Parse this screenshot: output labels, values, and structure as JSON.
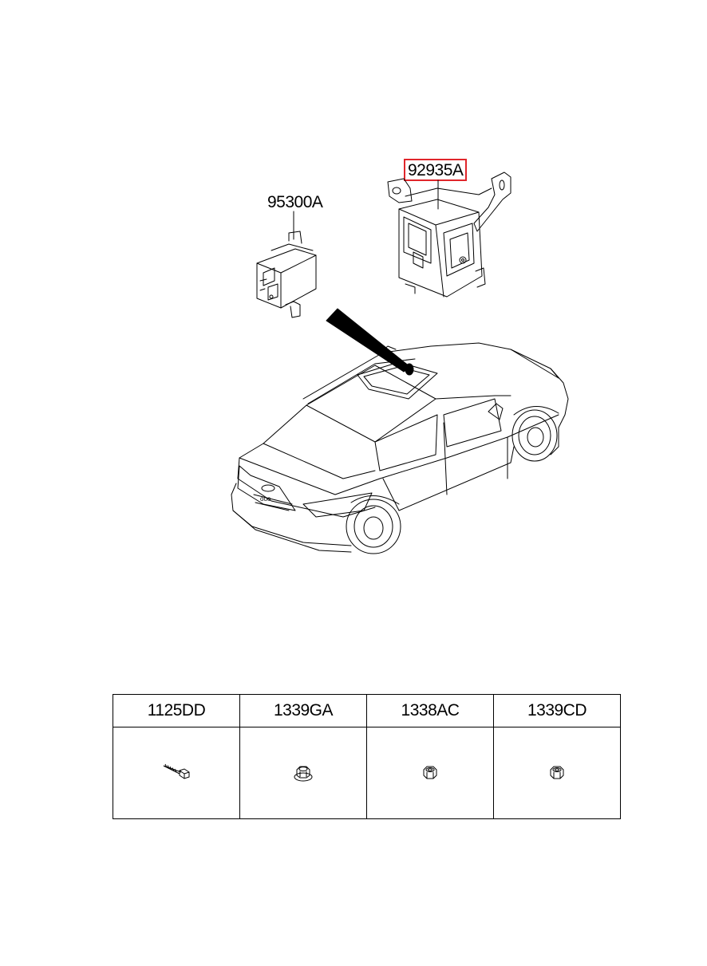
{
  "callouts": {
    "module_left": "95300A",
    "module_right": "92935A"
  },
  "highlight_color": "#e0262b",
  "fastener_table": {
    "headers": [
      "1125DD",
      "1339GA",
      "1338AC",
      "1339CD"
    ],
    "icons": [
      "bolt-icon",
      "flange-nut-icon",
      "hex-nut-icon",
      "hex-nut-icon"
    ]
  }
}
